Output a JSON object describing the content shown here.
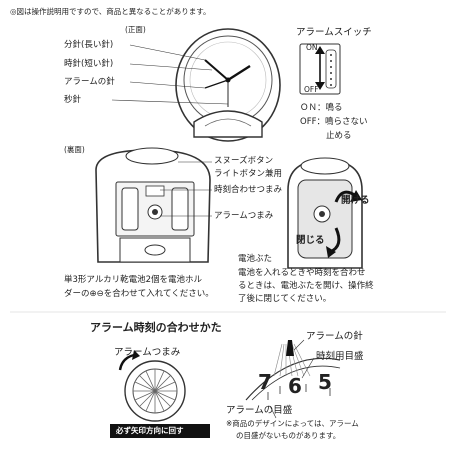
{
  "note_top": "◎図は操作説明用ですので、商品と異なることがあります。",
  "front": {
    "caption": "(正面)",
    "labels": [
      "分針(長い針)",
      "時針(短い針)",
      "アラームの針",
      "秒針"
    ]
  },
  "alarm_switch": {
    "title": "アラームスイッチ",
    "on": "ON",
    "off": "OFF",
    "desc_on": "ＯＮ：鳴る",
    "desc_off_1": "OFF：鳴らさない",
    "desc_off_2": "止める"
  },
  "back": {
    "caption": "(裏面)",
    "labels": [
      "スヌーズボタン",
      "ライトボタン兼用",
      "時刻合わせつまみ",
      "アラームつまみ"
    ],
    "battery_text_1": "単3形アルカリ乾電池2個を電池ホル",
    "battery_text_2": "ダーの⊕⊖を合わせて入れてください。"
  },
  "cover": {
    "open": "開ける",
    "close": "閉じる",
    "title": "電池ぶた",
    "desc_1": "電池を入れるときや時刻を合わせ",
    "desc_2": "るときは、電池ぶたを開け、操作終",
    "desc_3": "了後に閉じてください。"
  },
  "alarm_set": {
    "heading": "アラーム時刻の合わせかた",
    "knob_label": "アラームつまみ",
    "arrow_badge": "必ず矢印方向に回す",
    "hand_label": "アラームの針",
    "scale_label": "時刻用目盛",
    "alarm_scale_label": "アラームの目盛",
    "digits": [
      "7",
      "6",
      "5"
    ],
    "footnote_1": "※商品のデザインによっては、アラーム",
    "footnote_2": "の目盛がないものがあります。"
  }
}
